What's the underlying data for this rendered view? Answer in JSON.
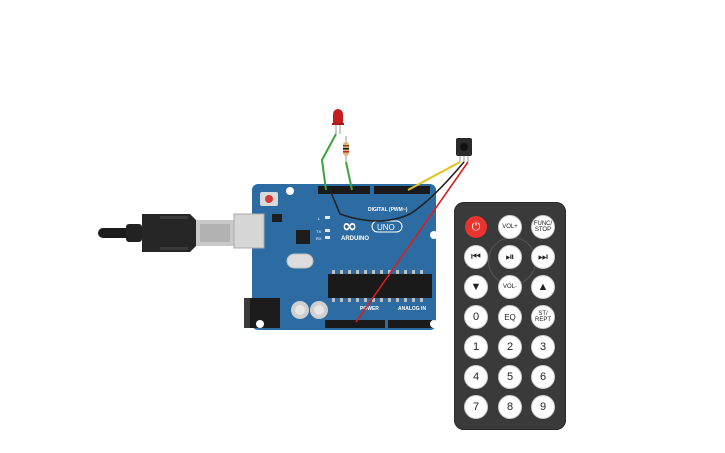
{
  "board": {
    "brand": "ARDUINO",
    "model": "UNO",
    "digital_label": "DIGITAL (PWM~)",
    "power_label": "POWER",
    "analog_label": "ANALOG IN",
    "rx_label": "RX",
    "tx_label": "TX",
    "l_label": "L",
    "logo_glyph": "∞"
  },
  "remote": {
    "buttons": {
      "power": "⏻",
      "vol_up": "VOL+",
      "func_stop": "FUNC/ STOP",
      "prev": "⏮",
      "play_pause": "⏯",
      "next": "⏭",
      "down": "▼",
      "vol_down": "VOL-",
      "up": "▲",
      "zero": "0",
      "eq": "EQ",
      "st_rept": "ST/ REPT",
      "one": "1",
      "two": "2",
      "three": "3",
      "four": "4",
      "five": "5",
      "six": "6",
      "seven": "7",
      "eight": "8",
      "nine": "9"
    }
  },
  "colors": {
    "board": "#2d6ca2",
    "wire_green": "#3aa63a",
    "wire_yellow": "#e4c21a",
    "wire_black": "#222222",
    "wire_red": "#d42020",
    "led": "#c41e1e",
    "remote": "#3a3a3a",
    "power_button": "#e8332f"
  }
}
